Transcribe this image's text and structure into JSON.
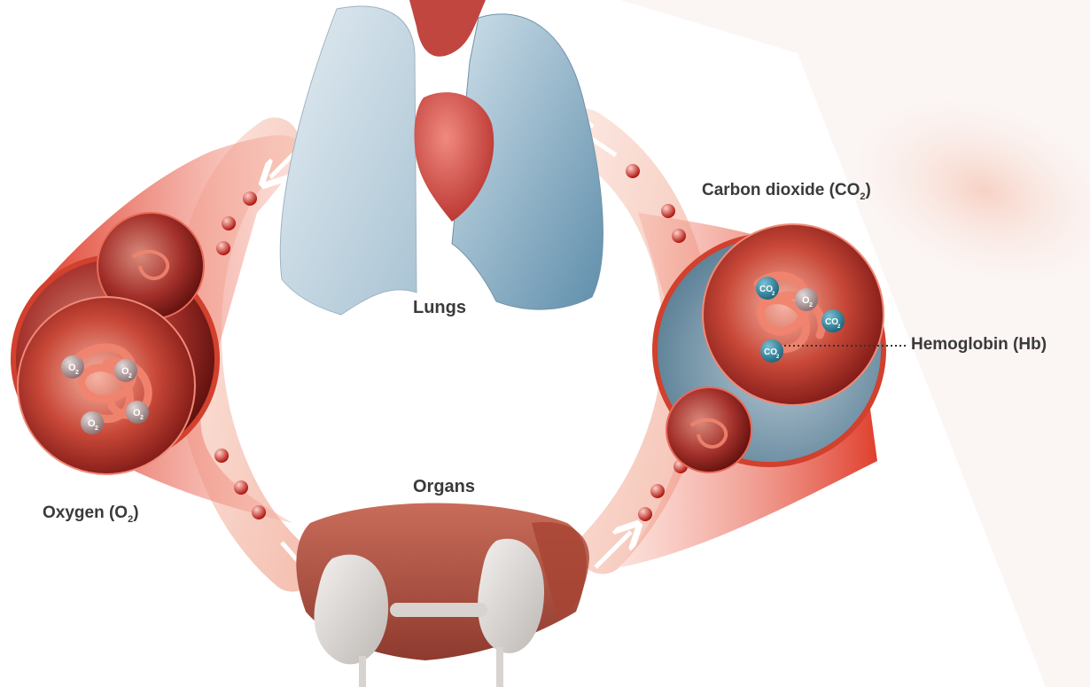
{
  "labels": {
    "lungs": "Lungs",
    "organs": "Organs",
    "oxygen": {
      "text": "Oxygen (O",
      "sub": "2",
      "close": ")"
    },
    "carbon_dioxide": {
      "text": "Carbon dioxide (CO",
      "sub": "2",
      "close": ")"
    },
    "hemoglobin": "Hemoglobin (Hb)"
  },
  "molecules": {
    "o2": {
      "base": "O",
      "sub": "2"
    },
    "co2": {
      "base": "CO",
      "sub": "2"
    }
  },
  "colors": {
    "blood_red": "#e8503a",
    "dark_red": "#9e1a18",
    "lung_blue": "#8fb2c8",
    "heart_red": "#d6524b",
    "co2_teal": "#2f8aa2",
    "o2_grey": "#b8a4a4",
    "label_text": "#3a3a3a"
  }
}
